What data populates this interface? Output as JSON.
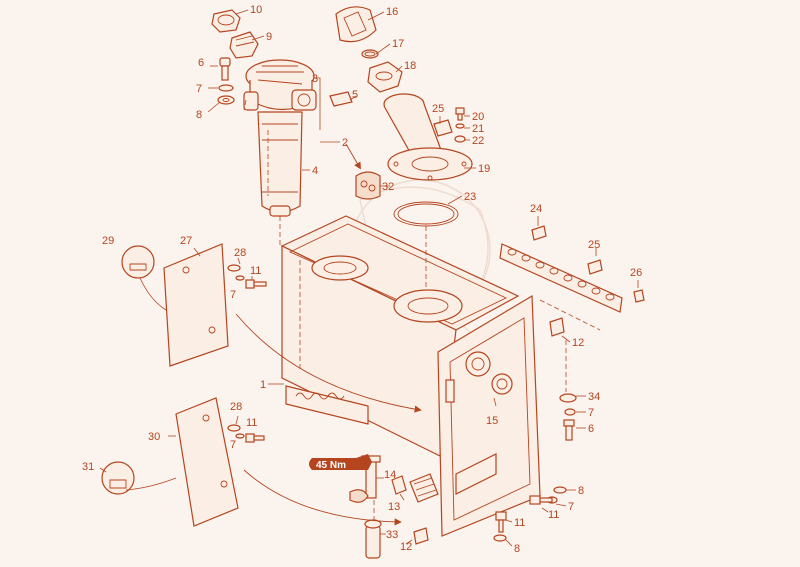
{
  "diagram": {
    "line_color": "#b5451f",
    "fill_color": "#fbeee4",
    "background": "#fbf4ee",
    "torque_badge": "45 Nm",
    "callouts": {
      "c10": "10",
      "c9": "9",
      "c16": "16",
      "c17": "17",
      "c18": "18",
      "c6a": "6",
      "c7a": "7",
      "c8a": "8",
      "c3": "3",
      "c5": "5",
      "c2": "2",
      "c4": "4",
      "c32": "32",
      "c25a": "25",
      "c20": "20",
      "c21": "21",
      "c22": "22",
      "c19": "19",
      "c23": "23",
      "c24": "24",
      "c25b": "25",
      "c26": "26",
      "c29": "29",
      "c27": "27",
      "c28a": "28",
      "c11a": "11",
      "c7b": "7",
      "c1": "1",
      "c12a": "12",
      "c34": "34",
      "c7c": "7",
      "c6b": "6",
      "c15": "15",
      "c30": "30",
      "c28b": "28",
      "c7d": "7",
      "c11b": "11",
      "c31": "31",
      "c14": "14",
      "c13": "13",
      "c8b": "8",
      "c7e": "7",
      "c11c": "11",
      "c11d": "11",
      "c8c": "8",
      "c33": "33",
      "c12b": "12"
    }
  }
}
